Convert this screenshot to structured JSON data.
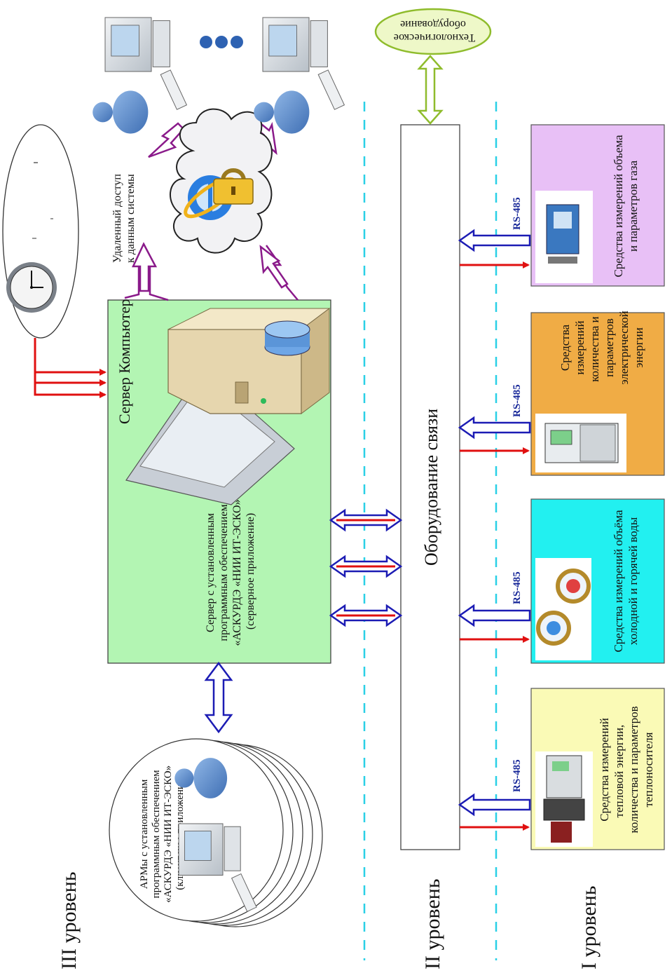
{
  "levels": {
    "level3": "III уровень",
    "level2": "II уровень",
    "level1": "I уровень"
  },
  "server": {
    "title": "Сервер Компьютер",
    "description": [
      "Сервер с установленным",
      "программным обеспечением",
      "«АСКУРДЭ «НИИ ИТ-ЭСКО»",
      "(серверное приложение)"
    ]
  },
  "arm": {
    "description": [
      "АРМы с установленным",
      "программным обеспечением",
      "«АСКУРДЭ «НИИ ИТ-ЭСКО»",
      "(клиентское приложение)"
    ]
  },
  "remote_access": [
    "Удаленный доступ",
    "к данным системы"
  ],
  "comm_equipment": "Оборудование связи",
  "tech_equipment": [
    "Технологическое",
    "оборудование"
  ],
  "interface_label": "RS-485",
  "devices": {
    "gas": [
      "Средства измерений объема",
      "и параметров газа"
    ],
    "electric": [
      "Средства",
      "измерений",
      "количества и",
      "параметров",
      "электрической",
      "энергии"
    ],
    "water": [
      "Средства измерений объёма",
      "холодной и горячей воды"
    ],
    "heat": [
      "Средства измерений",
      "тепловой энергии,",
      "количества и параметров",
      "теплоносителя"
    ]
  },
  "colors": {
    "server_fill": "#b3f5b3",
    "gas_fill": "#e8c0f6",
    "electric_fill": "#f0ac45",
    "water_fill": "#22f0f0",
    "heat_fill": "#fafab6",
    "tech_fill": "#eef8c8",
    "tech_stroke": "#8fbc2c",
    "dashed_line": "#2ad0e6",
    "arrow_red": "#e01010",
    "arrow_blue": "#1c1cb4",
    "arrow_purple": "#8a1a8a"
  },
  "icons": [
    "clock-icon",
    "computer-icon",
    "user-icon",
    "cloud-icon",
    "internet-icon",
    "lock-icon",
    "meter-icon"
  ]
}
